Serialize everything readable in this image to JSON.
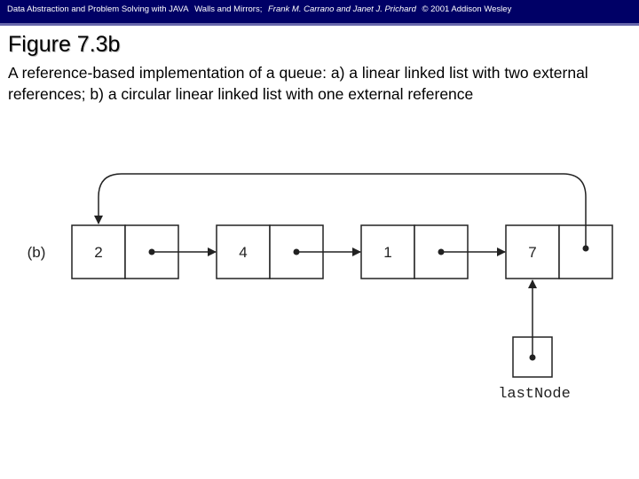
{
  "header": {
    "book": "Data Abstraction and Problem Solving with JAVA",
    "subtitle": "Walls and Mirrors;",
    "authors": "Frank M. Carrano and Janet J. Prichard",
    "copyright": "© 2001 Addison Wesley"
  },
  "figure": {
    "title": "Figure 7.3b",
    "caption": "A reference-based implementation of a queue: a) a linear linked list with two external references; b) a circular linear linked list with one external reference"
  },
  "diagram": {
    "panel_label": "(b)",
    "nodes": [
      {
        "value": "2"
      },
      {
        "value": "4"
      },
      {
        "value": "1"
      },
      {
        "value": "7"
      }
    ],
    "external_reference": "lastNode",
    "colors": {
      "header_bg": "#000066",
      "header_border": "#6666aa",
      "stroke": "#222222"
    }
  }
}
